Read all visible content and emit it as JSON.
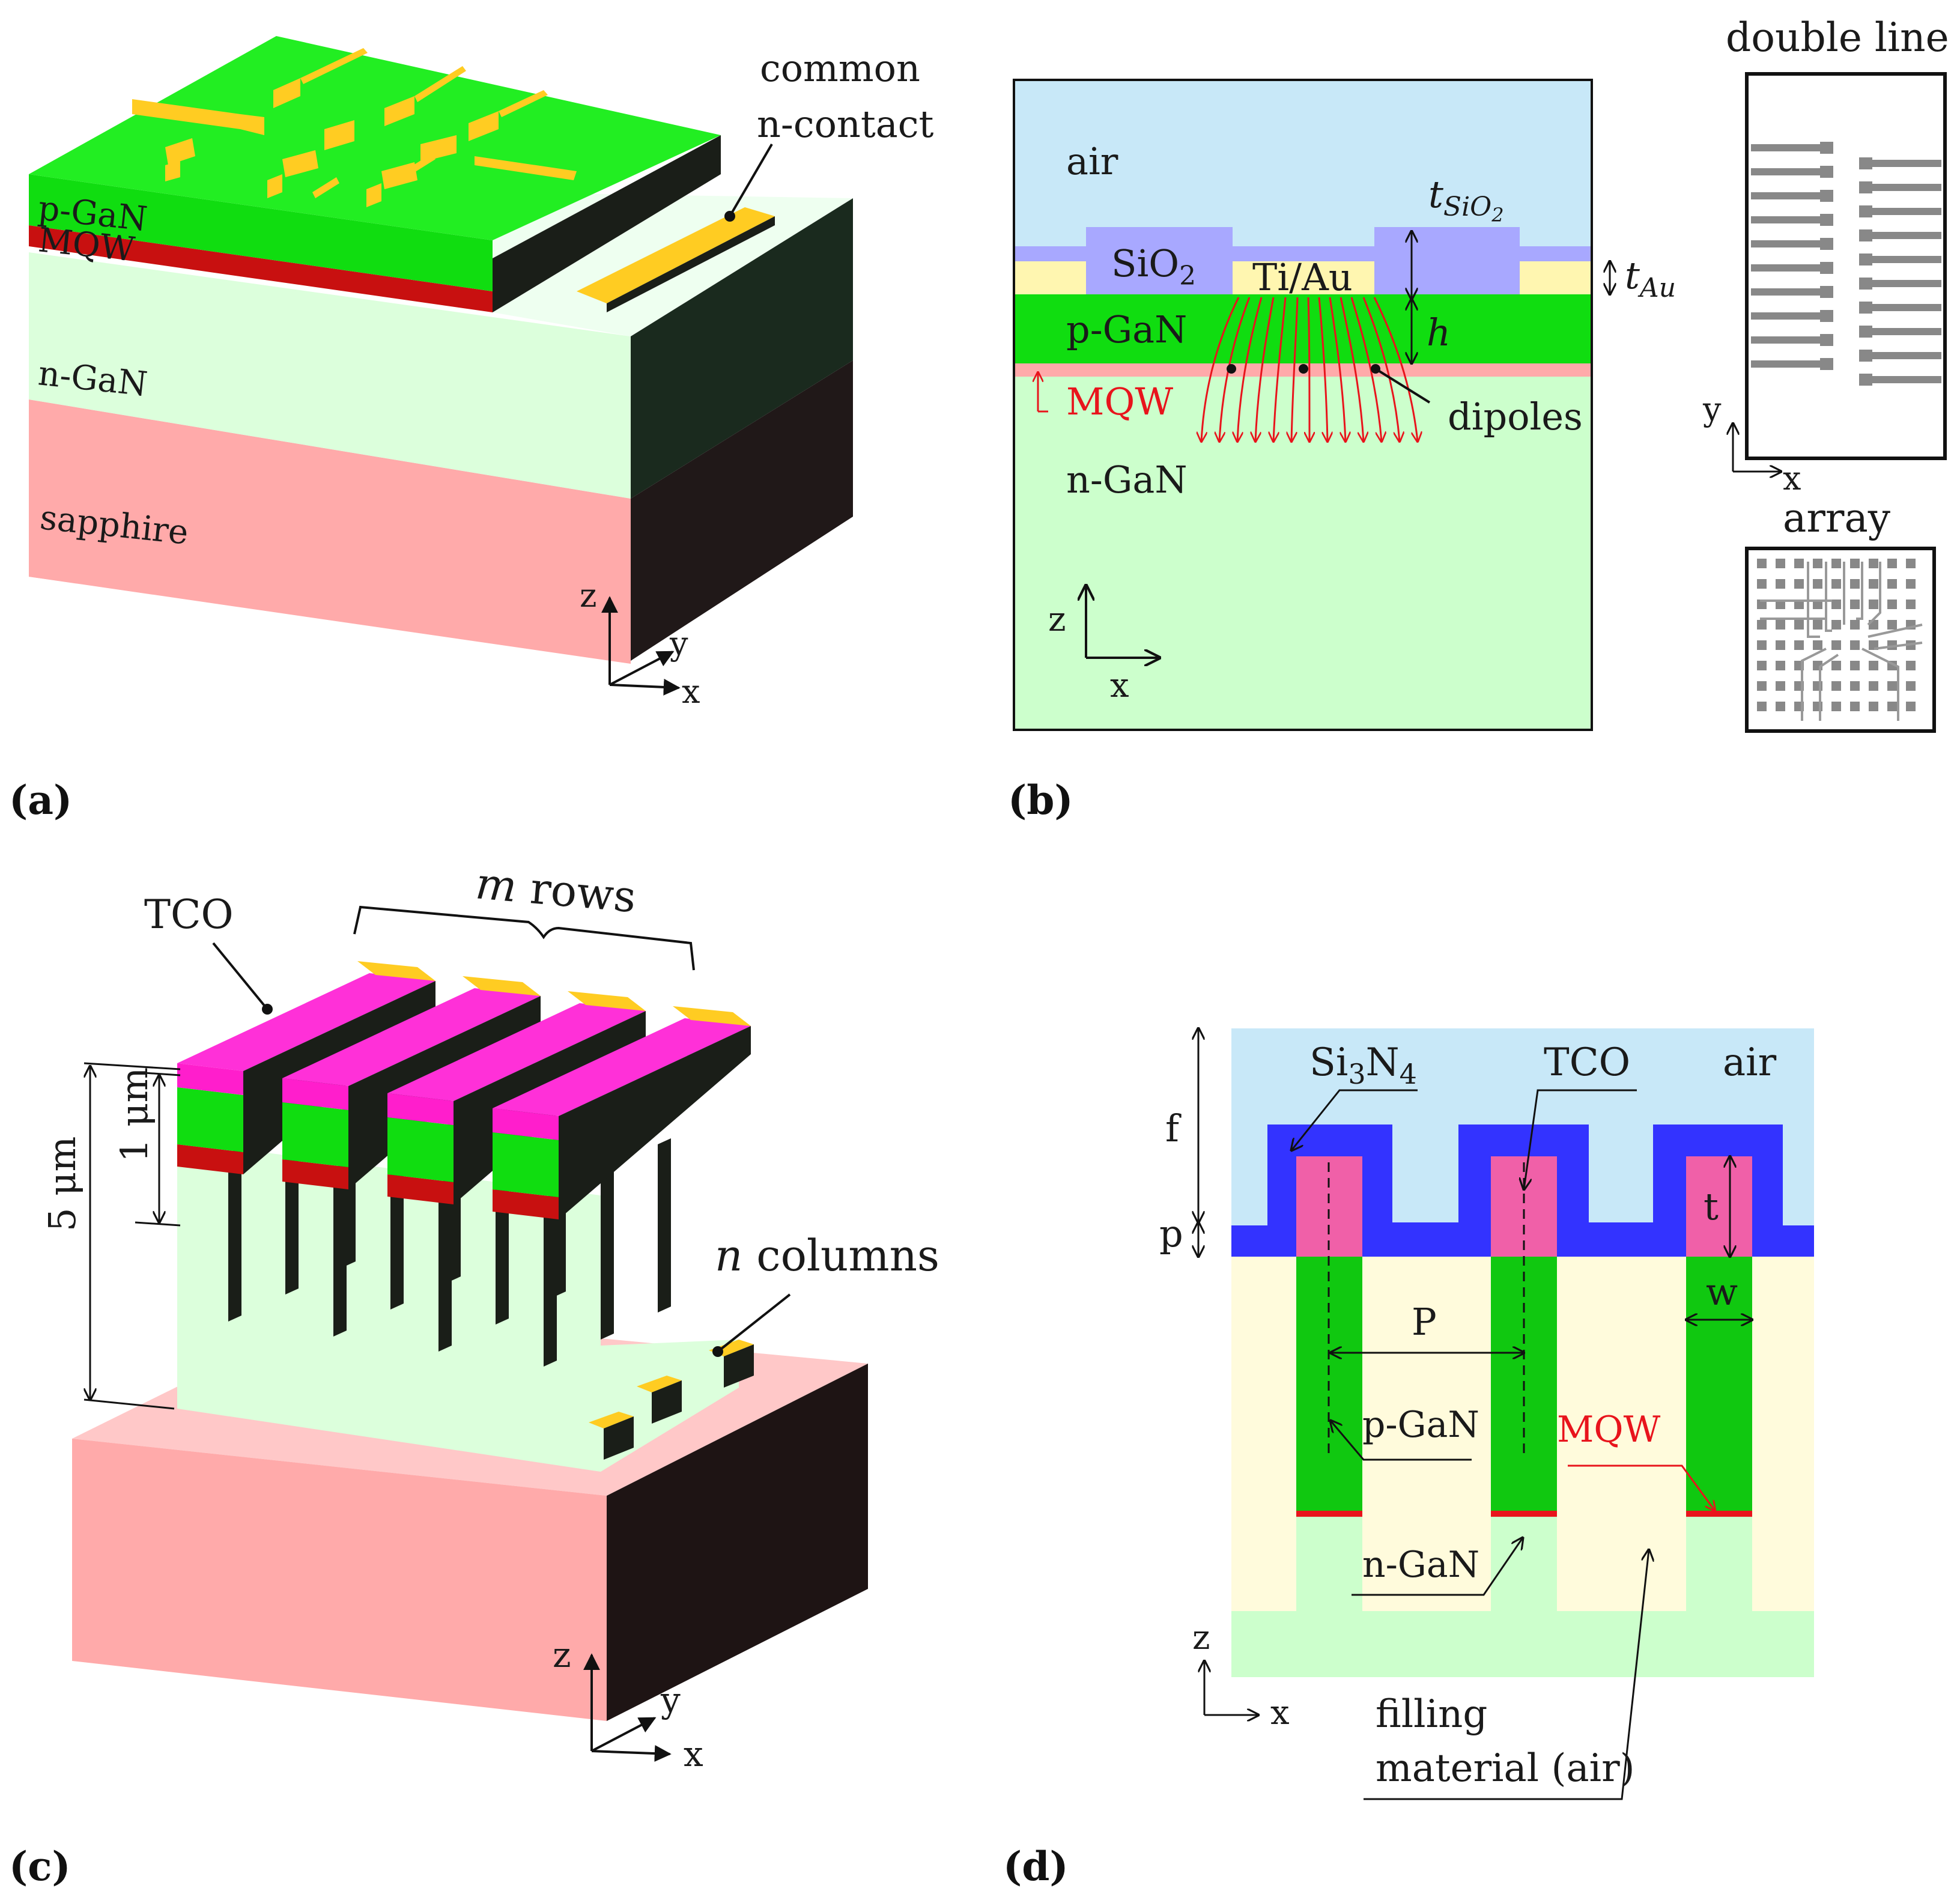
{
  "panels": {
    "a": {
      "tag": "(a)",
      "layers": {
        "p_gan": "p-GaN",
        "mqw": "MQW",
        "n_gan": "n-GaN",
        "sapphire": "sapphire"
      },
      "contact_line1": "common",
      "contact_line2": "n-contact",
      "axes": {
        "z": "z",
        "y": "y",
        "x": "x"
      }
    },
    "b": {
      "tag": "(b)",
      "air": "air",
      "sio2_base": "SiO",
      "sio2_sub": "2",
      "tiau": "Ti/Au",
      "p_gan": "p-GaN",
      "mqw": "MQW",
      "n_gan": "n-GaN",
      "dipoles": "dipoles",
      "t_sio2_main": "t",
      "t_sio2_sub": "SiO",
      "t_sio2_subsub": "2",
      "t_au_main": "t",
      "t_au_sub": "Au",
      "h": "h",
      "axes": {
        "z": "z",
        "x": "x"
      },
      "inset_double_line": "double line",
      "inset_array": "array",
      "inset_axes": {
        "y": "y",
        "x": "x"
      }
    },
    "c": {
      "tag": "(c)",
      "tco": "TCO",
      "m": "m",
      "rows": " rows",
      "n": "n",
      "columns": " columns",
      "five_um": "5 μm",
      "one_um": "1 μm",
      "axes": {
        "z": "z",
        "y": "y",
        "x": "x"
      }
    },
    "d": {
      "tag": "(d)",
      "si3n4": [
        "Si",
        "3",
        "N",
        "4"
      ],
      "tco": "TCO",
      "air": "air",
      "f": "f",
      "p": "p",
      "t": "t",
      "w": "w",
      "P": "P",
      "p_gan": "p-GaN",
      "mqw": "MQW",
      "n_gan": "n-GaN",
      "filling_line1": "filling",
      "filling_line2": "material (air)",
      "axes": {
        "z": "z",
        "x": "x"
      }
    }
  },
  "colors": {
    "green": "#10dd10",
    "light_green": "#dcffdc",
    "mqw_red": "#c81010",
    "sapphire_pink": "#ffaaaa",
    "gold": "#ffcc22",
    "dark": "#1a1e18",
    "air_blue": "#c8e8f8",
    "sio2_purple": "#a8a8ff",
    "tiau_yellow": "#fff6b0",
    "tco_magenta": "#ff1ecc",
    "si3n4_blue": "#3333ff",
    "tco_pink": "#f060a8",
    "filling_cream": "#fffbdc"
  }
}
